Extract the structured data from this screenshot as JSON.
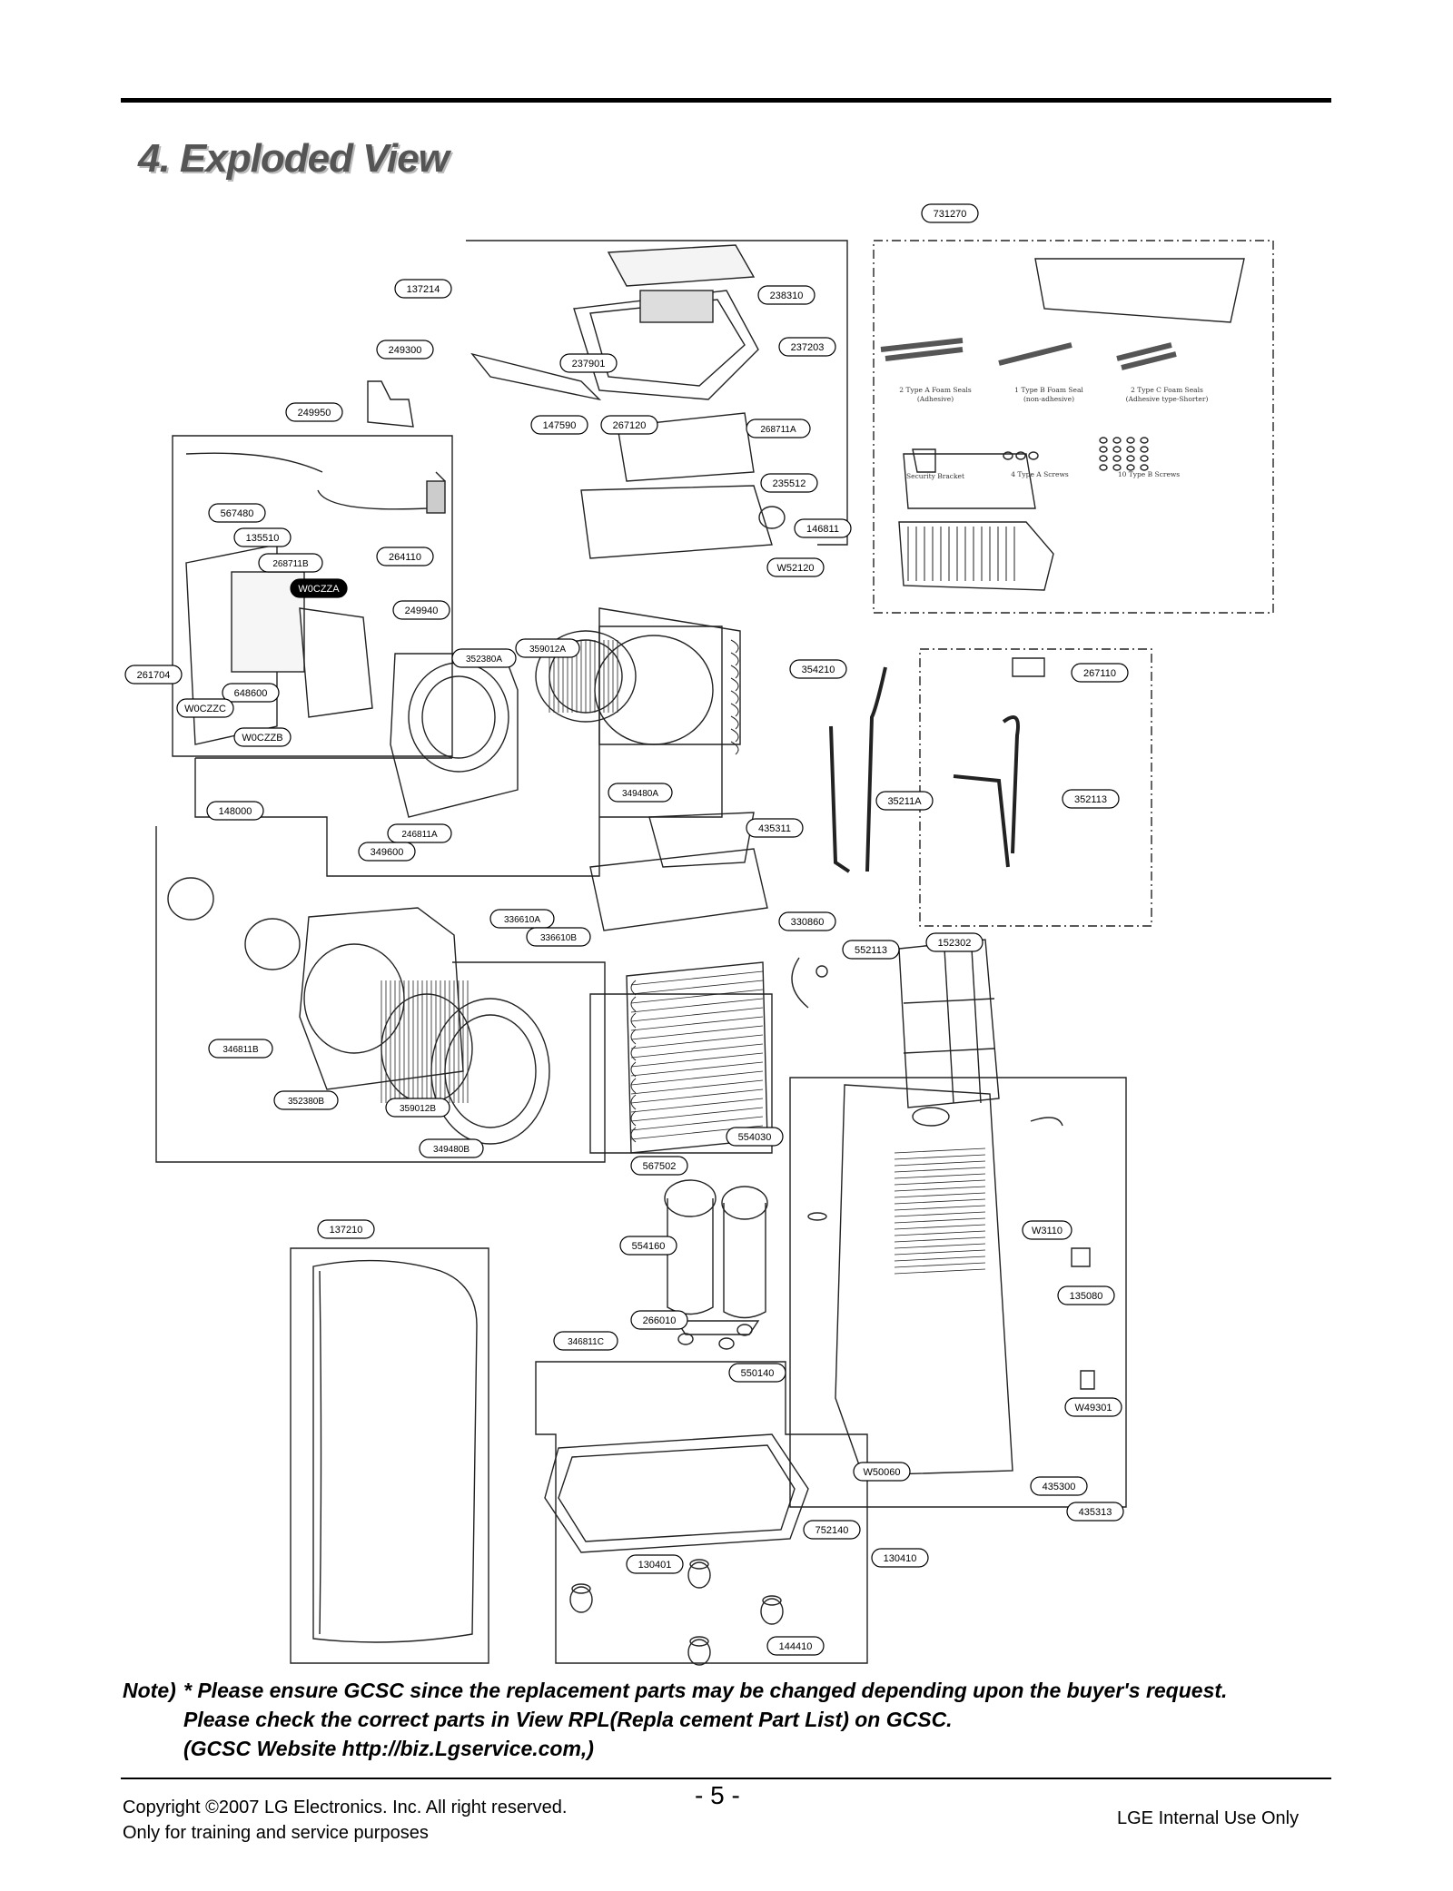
{
  "page": {
    "title": "4. Exploded View",
    "note_lead": "Note)",
    "note_lines": [
      "* Please ensure GCSC since the replacement parts may be changed depending upon the buyer's request.",
      "Please check  the correct parts in View RPL(Repla   cement Part List) on GCSC.",
      "(GCSC Website  http://biz.Lgservice.com,)"
    ],
    "copyright": "Copyright ©2007 LG Electronics. Inc. All right reserved.",
    "training": "Only for training and service purposes",
    "page_number": "- 5 -",
    "internal": "LGE Internal Use Only"
  },
  "parts": [
    "731270",
    "137214",
    "238310",
    "237203",
    "237901",
    "147590",
    "267120",
    "268711A",
    "235512",
    "146811",
    "W52120",
    "249300",
    "249950",
    "567480",
    "135510",
    "264110",
    "268711B",
    "W0CZZA",
    "249940",
    "261704",
    "648600",
    "W0CZZC",
    "W0CZZB",
    "352380A",
    "359012A",
    "354210",
    "148000",
    "246811A",
    "349600",
    "349480A",
    "435311",
    "267110",
    "35211A",
    "352113",
    "336610A",
    "336610B",
    "330860",
    "552113",
    "152302",
    "346811B",
    "352380B",
    "359012B",
    "349480B",
    "554030",
    "567502",
    "137210",
    "554160",
    "W3110",
    "266010",
    "346811C",
    "550140",
    "135080",
    "W49301",
    "W50060",
    "752140",
    "130401",
    "130410",
    "435300",
    "435313",
    "144410"
  ],
  "accessories": [
    "2 Type A Foam Seals\n(Adhesive)",
    "1 Type B Foam Seal\n(non-adhesive)",
    "2 Type C Foam Seals\n(Adhesive type-Shorter)",
    "Security Bracket",
    "4 Type A Screws",
    "10 Type B Screws"
  ]
}
